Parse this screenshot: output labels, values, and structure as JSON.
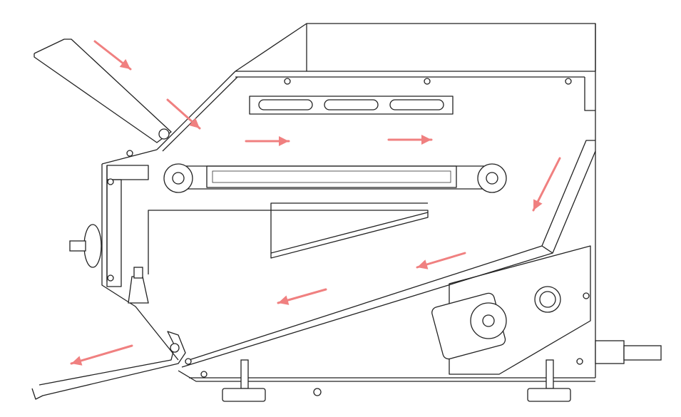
{
  "diagram": {
    "type": "mechanical-line-drawing",
    "colors": {
      "line": "#222222",
      "flow_arrow": "#f08080",
      "background": "#ffffff"
    },
    "flow_arrows": [
      {
        "name": "inlet-arrow-1"
      },
      {
        "name": "inlet-arrow-2"
      },
      {
        "name": "upper-flow-arrow-1"
      },
      {
        "name": "upper-flow-arrow-2"
      },
      {
        "name": "right-down-arrow"
      },
      {
        "name": "return-arrow-1"
      },
      {
        "name": "return-arrow-2"
      },
      {
        "name": "outlet-arrow"
      }
    ]
  }
}
